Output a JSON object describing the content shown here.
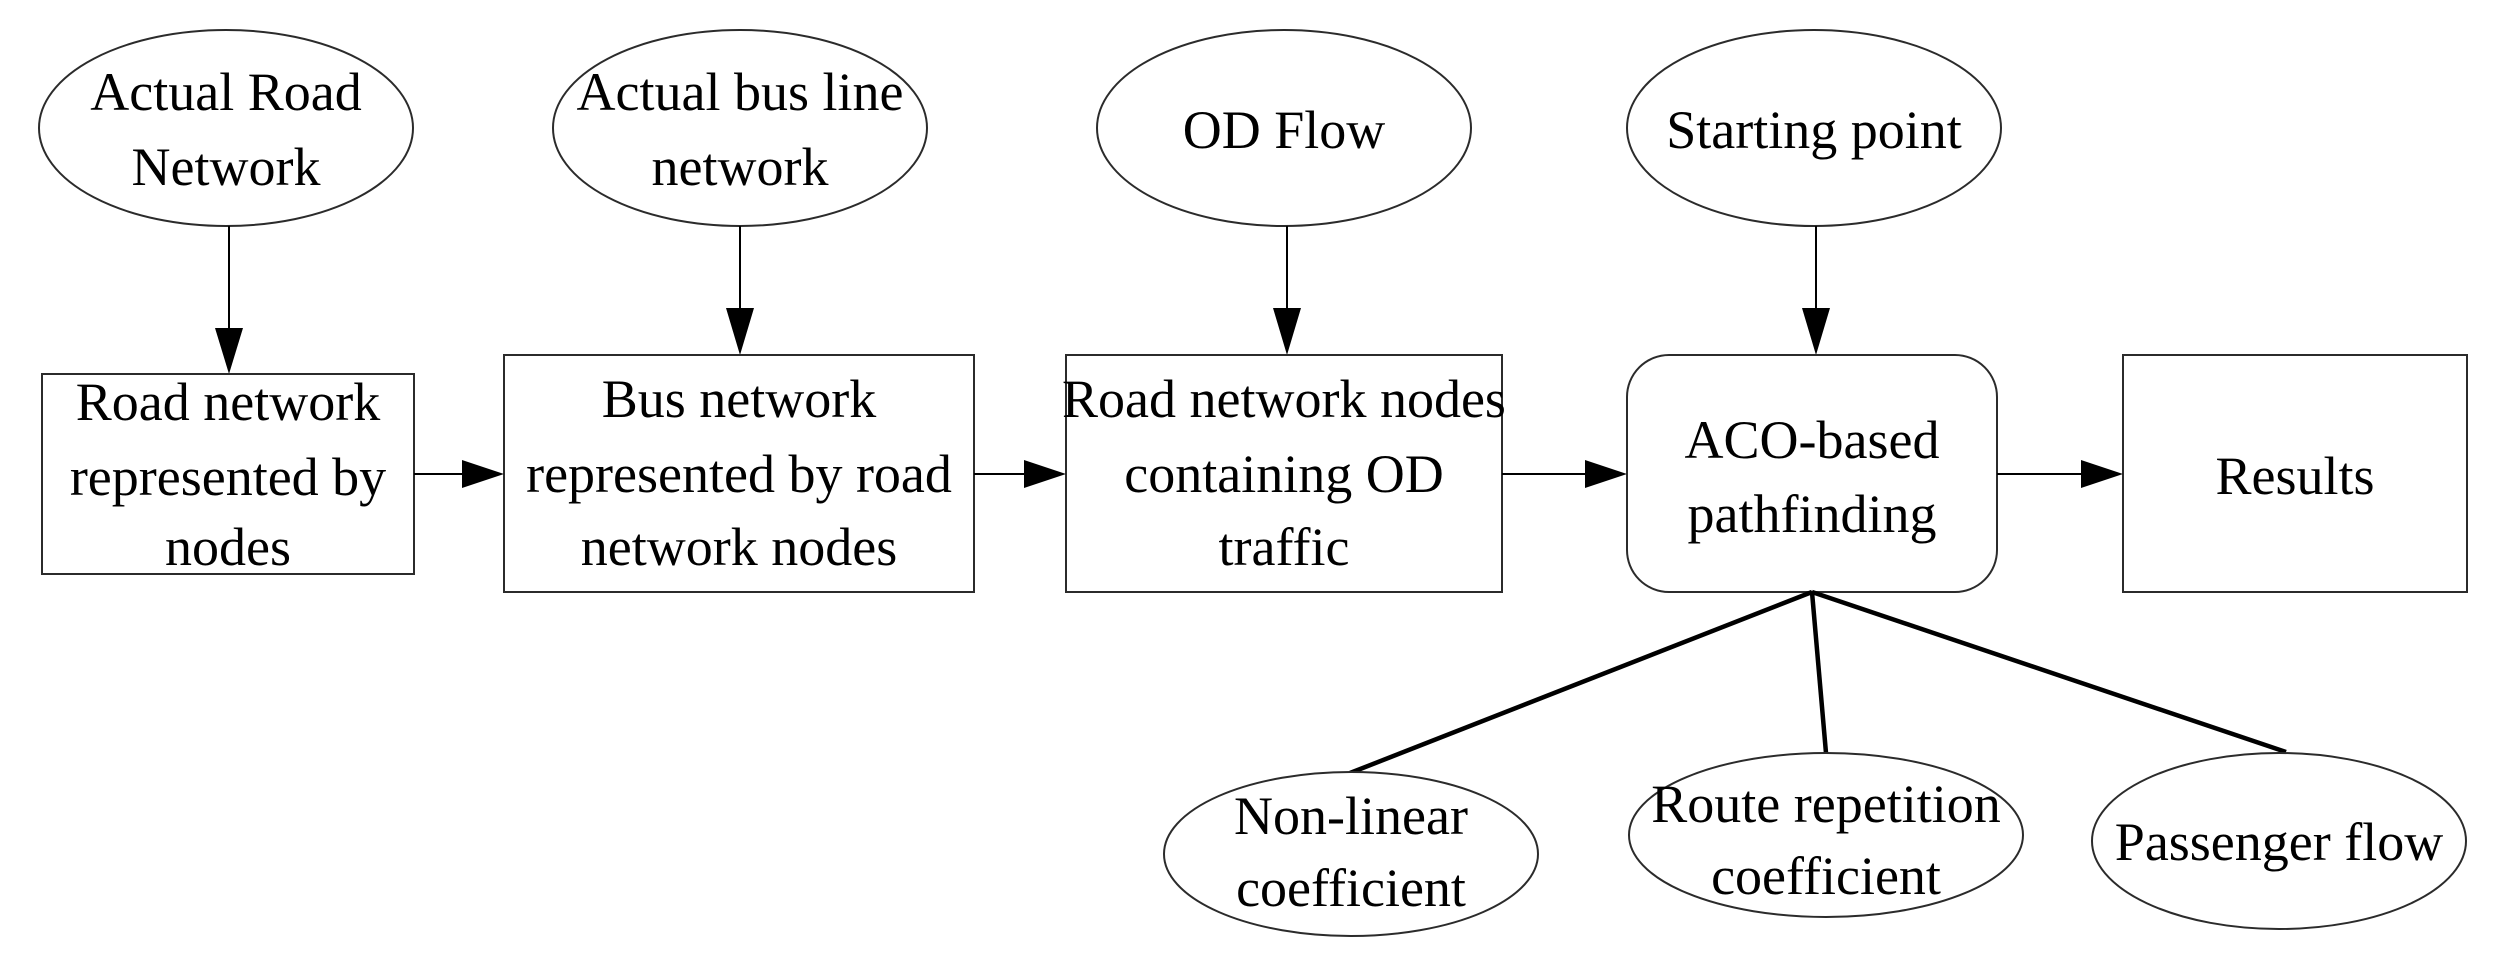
{
  "top_nodes": {
    "actual_road_network": [
      "Actual Road",
      "Network"
    ],
    "actual_bus_line_network": [
      "Actual bus line",
      "network"
    ],
    "od_flow": [
      "OD Flow"
    ],
    "starting_point": [
      "Starting point"
    ]
  },
  "process_nodes": {
    "road_network_nodes": [
      "Road network",
      "represented by",
      "nodes"
    ],
    "bus_network": [
      "Bus network",
      "represented by road",
      "network nodes"
    ],
    "od_nodes": [
      "Road network nodes",
      "containing OD",
      "traffic"
    ],
    "aco": [
      "ACO-based",
      "pathfinding"
    ],
    "results": [
      "Results"
    ]
  },
  "bottom_nodes": {
    "non_linear": [
      "Non-linear",
      "coefficient"
    ],
    "route_repetition": [
      "Route repetition",
      "coefficient"
    ],
    "passenger_flow": [
      "Passenger flow"
    ]
  }
}
